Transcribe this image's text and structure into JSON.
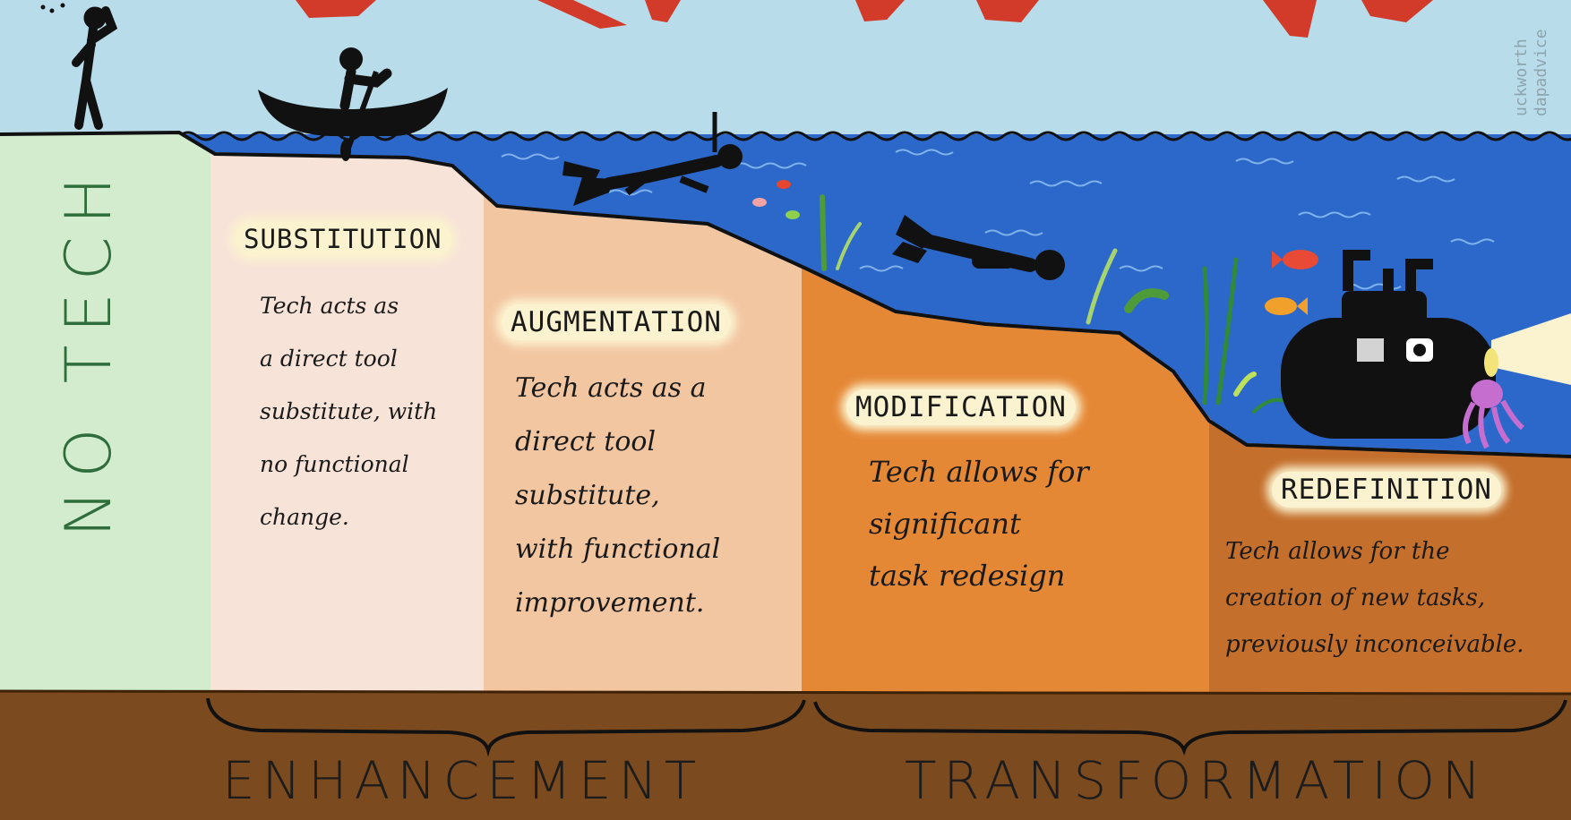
{
  "levels": {
    "no_tech": {
      "label": "NO TECH"
    },
    "substitution": {
      "title": "SUBSTITUTION",
      "description": "Tech acts as\na direct tool\nsubstitute, with\nno functional\nchange."
    },
    "augmentation": {
      "title": "AUGMENTATION",
      "description": "Tech acts as a\ndirect tool\nsubstitute,\nwith functional\nimprovement."
    },
    "modification": {
      "title": "MODIFICATION",
      "description": "Tech allows for\nsignificant\ntask redesign"
    },
    "redefinition": {
      "title": "REDEFINITION",
      "description": "Tech allows for the\ncreation of new tasks,\npreviously inconceivable."
    }
  },
  "groups": {
    "enhancement": "ENHANCEMENT",
    "transformation": "TRANSFORMATION"
  },
  "credit": "uckworth\ndapadvice",
  "colors": {
    "sky": "#b9dcea",
    "water": "#2c68c9",
    "no_tech": "#d3ecce",
    "substitution": "#f7e3d8",
    "augmentation": "#f3c6a2",
    "modification": "#e58836",
    "redefinition": "#c46f2c",
    "ground": "#7c4a1f",
    "title_red": "#d23a2a"
  }
}
